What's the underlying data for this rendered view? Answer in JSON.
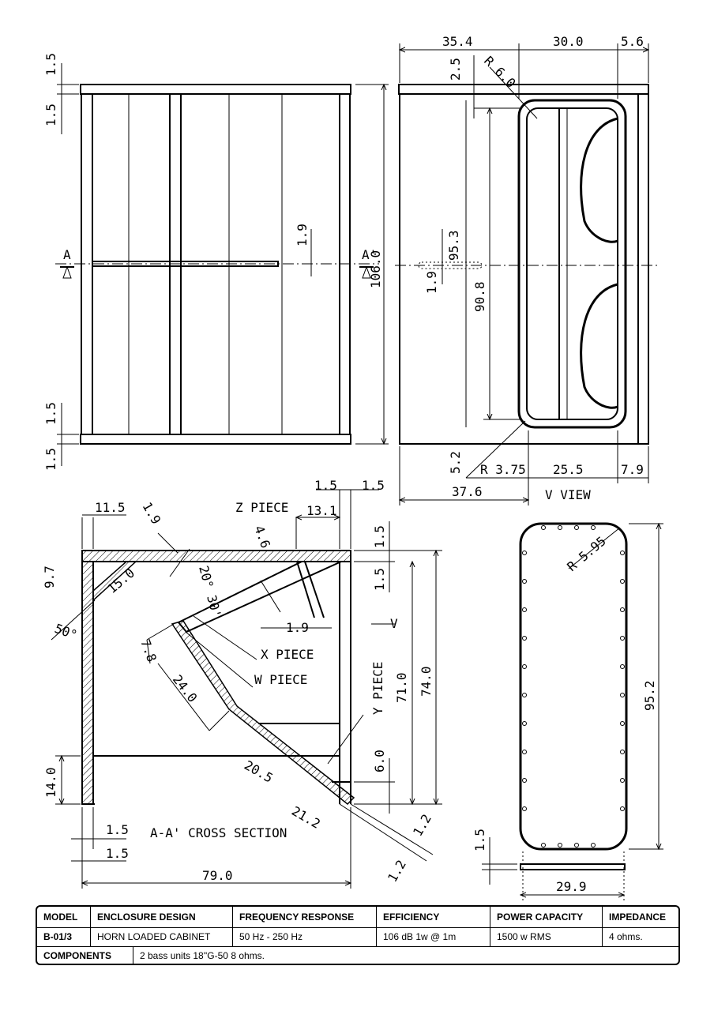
{
  "top_left_view": {
    "dims": {
      "top_panel": "1.5",
      "top_gap": "1.5",
      "bottom_gap": "1.5",
      "bottom_panel": "1.5",
      "height": "106.0",
      "brace": "1.9"
    },
    "section_marks": {
      "left": "A",
      "right": "A'"
    }
  },
  "top_right_view": {
    "dims": {
      "width_a": "35.4",
      "width_b": "30.0",
      "width_c": "5.6",
      "top_offset": "2.5",
      "radius_top": "R 6.0",
      "port_height": "95.3",
      "inner_height": "90.8",
      "brace": "1.9",
      "bottom_offset": "5.2",
      "radius_bottom": "R 3.75",
      "port_width": "25.5",
      "side": "7.9",
      "overall": "37.6"
    },
    "title": "V VIEW"
  },
  "cross_section": {
    "dims": {
      "top_a": "11.5",
      "top_b": "1.9",
      "z_depth": "4.6",
      "right_a": "1.5",
      "right_b": "1.5",
      "right_c": "13.1",
      "top_panel": "1.5",
      "inner_top": "1.5",
      "left_offset": "9.7",
      "brace_len": "15.0",
      "angle_left": "50°",
      "angle_z": "20° 30'",
      "x_gap": "1.9",
      "v_mark": "V",
      "w_thick": "7.8",
      "w_len": "24.0",
      "y_height": "71.0",
      "total_height": "74.0",
      "y_gap": "6.0",
      "base": "14.0",
      "lower_len": "20.5",
      "mouth_len": "21.2",
      "mouth_t1": "1.2",
      "mouth_t2": "1.2",
      "bottom_a": "1.5",
      "bottom_b": "1.5",
      "width": "79.0"
    },
    "labels": {
      "z": "Z PIECE",
      "x": "X PIECE",
      "w": "W PIECE",
      "y": "Y PIECE"
    },
    "title": "A-A' CROSS SECTION"
  },
  "port_panel": {
    "dims": {
      "radius": "R 5.95",
      "height": "95.2",
      "thickness": "1.5",
      "width": "29.9"
    }
  },
  "spec_table": {
    "headers": {
      "model": "MODEL",
      "design": "ENCLOSURE DESIGN",
      "freq": "FREQUENCY RESPONSE",
      "eff": "EFFICIENCY",
      "power": "POWER CAPACITY",
      "imp": "IMPEDANCE"
    },
    "values": {
      "model": "B-01/3",
      "design": "HORN LOADED CABINET",
      "freq": "50 Hz - 250 Hz",
      "eff": "106 dB 1w @ 1m",
      "power": "1500 w RMS",
      "imp": "4 ohms."
    },
    "components_label": "COMPONENTS",
    "components_value": "2 bass units 18''G-50 8 ohms."
  }
}
